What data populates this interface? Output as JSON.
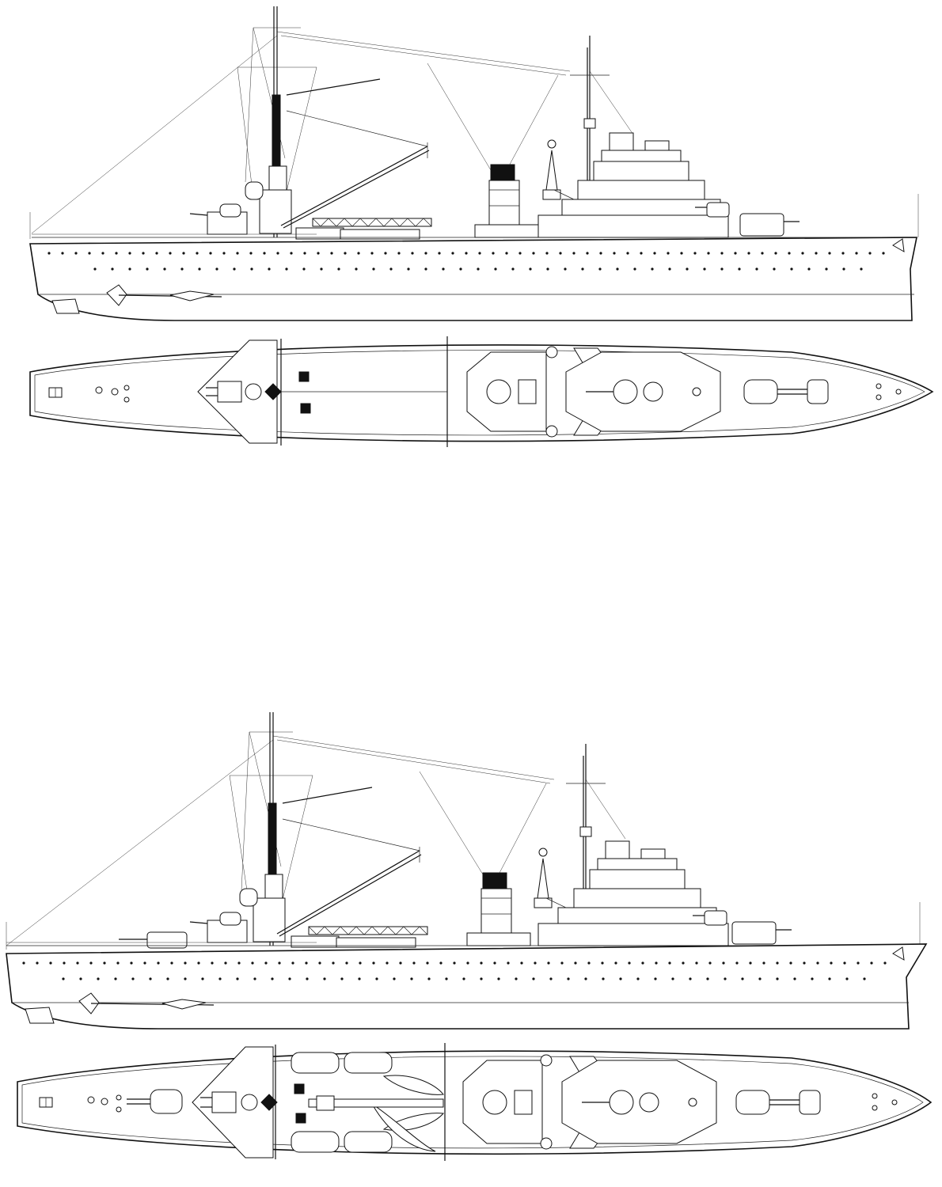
{
  "drawings": [
    {
      "id": "profile-1",
      "view": "side",
      "variant": "without-boats"
    },
    {
      "id": "plan-1",
      "view": "top",
      "variant": "without-boats"
    },
    {
      "id": "profile-2",
      "view": "side",
      "variant": "with-boats"
    },
    {
      "id": "plan-2",
      "view": "top",
      "variant": "with-boats"
    }
  ],
  "colors": {
    "ink": "#111111",
    "paper": "#ffffff"
  }
}
